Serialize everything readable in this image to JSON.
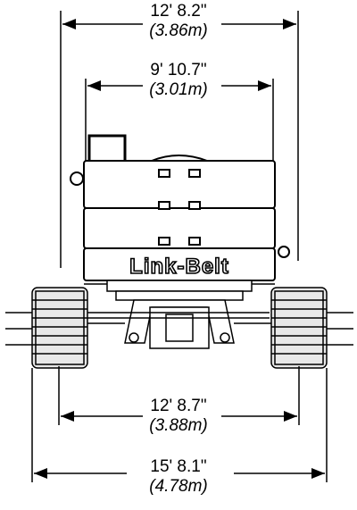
{
  "dimensions": {
    "overall_width_top": {
      "imperial": "12' 8.2\"",
      "metric": "(3.86m)"
    },
    "counterweight_width": {
      "imperial": "9' 10.7\"",
      "metric": "(3.01m)"
    },
    "track_gauge": {
      "imperial": "12' 8.7\"",
      "metric": "(3.88m)"
    },
    "overall_width_tracks": {
      "imperial": "15' 8.1\"",
      "metric": "(4.78m)"
    }
  },
  "counterweight": {
    "brand_text": "Link-Belt"
  }
}
